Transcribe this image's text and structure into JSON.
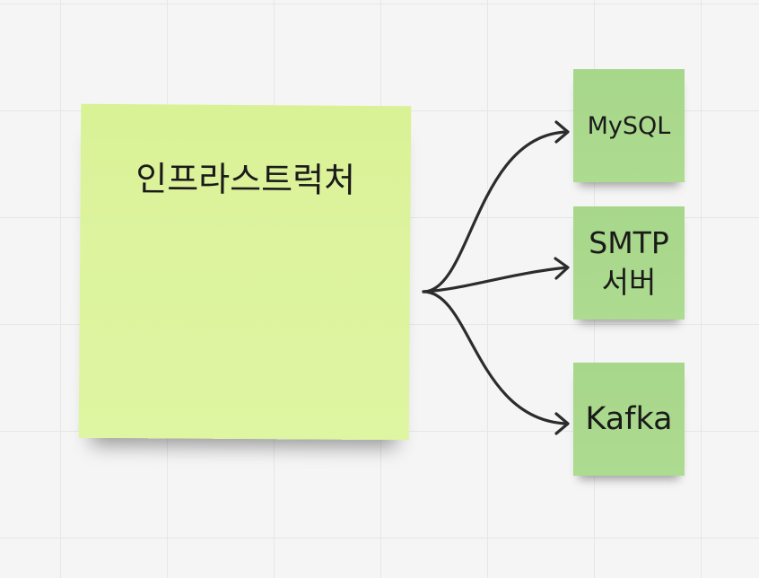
{
  "main_sticky": {
    "title": "인프라스트럭처",
    "color": "#dcf29c"
  },
  "targets": [
    {
      "label": "MySQL",
      "color": "#a9d98c"
    },
    {
      "label_line1": "SMTP",
      "label_line2": "서버",
      "color": "#a9d98c"
    },
    {
      "label": "Kafka",
      "color": "#a9d98c"
    }
  ],
  "connector_color": "#2c2c2c"
}
